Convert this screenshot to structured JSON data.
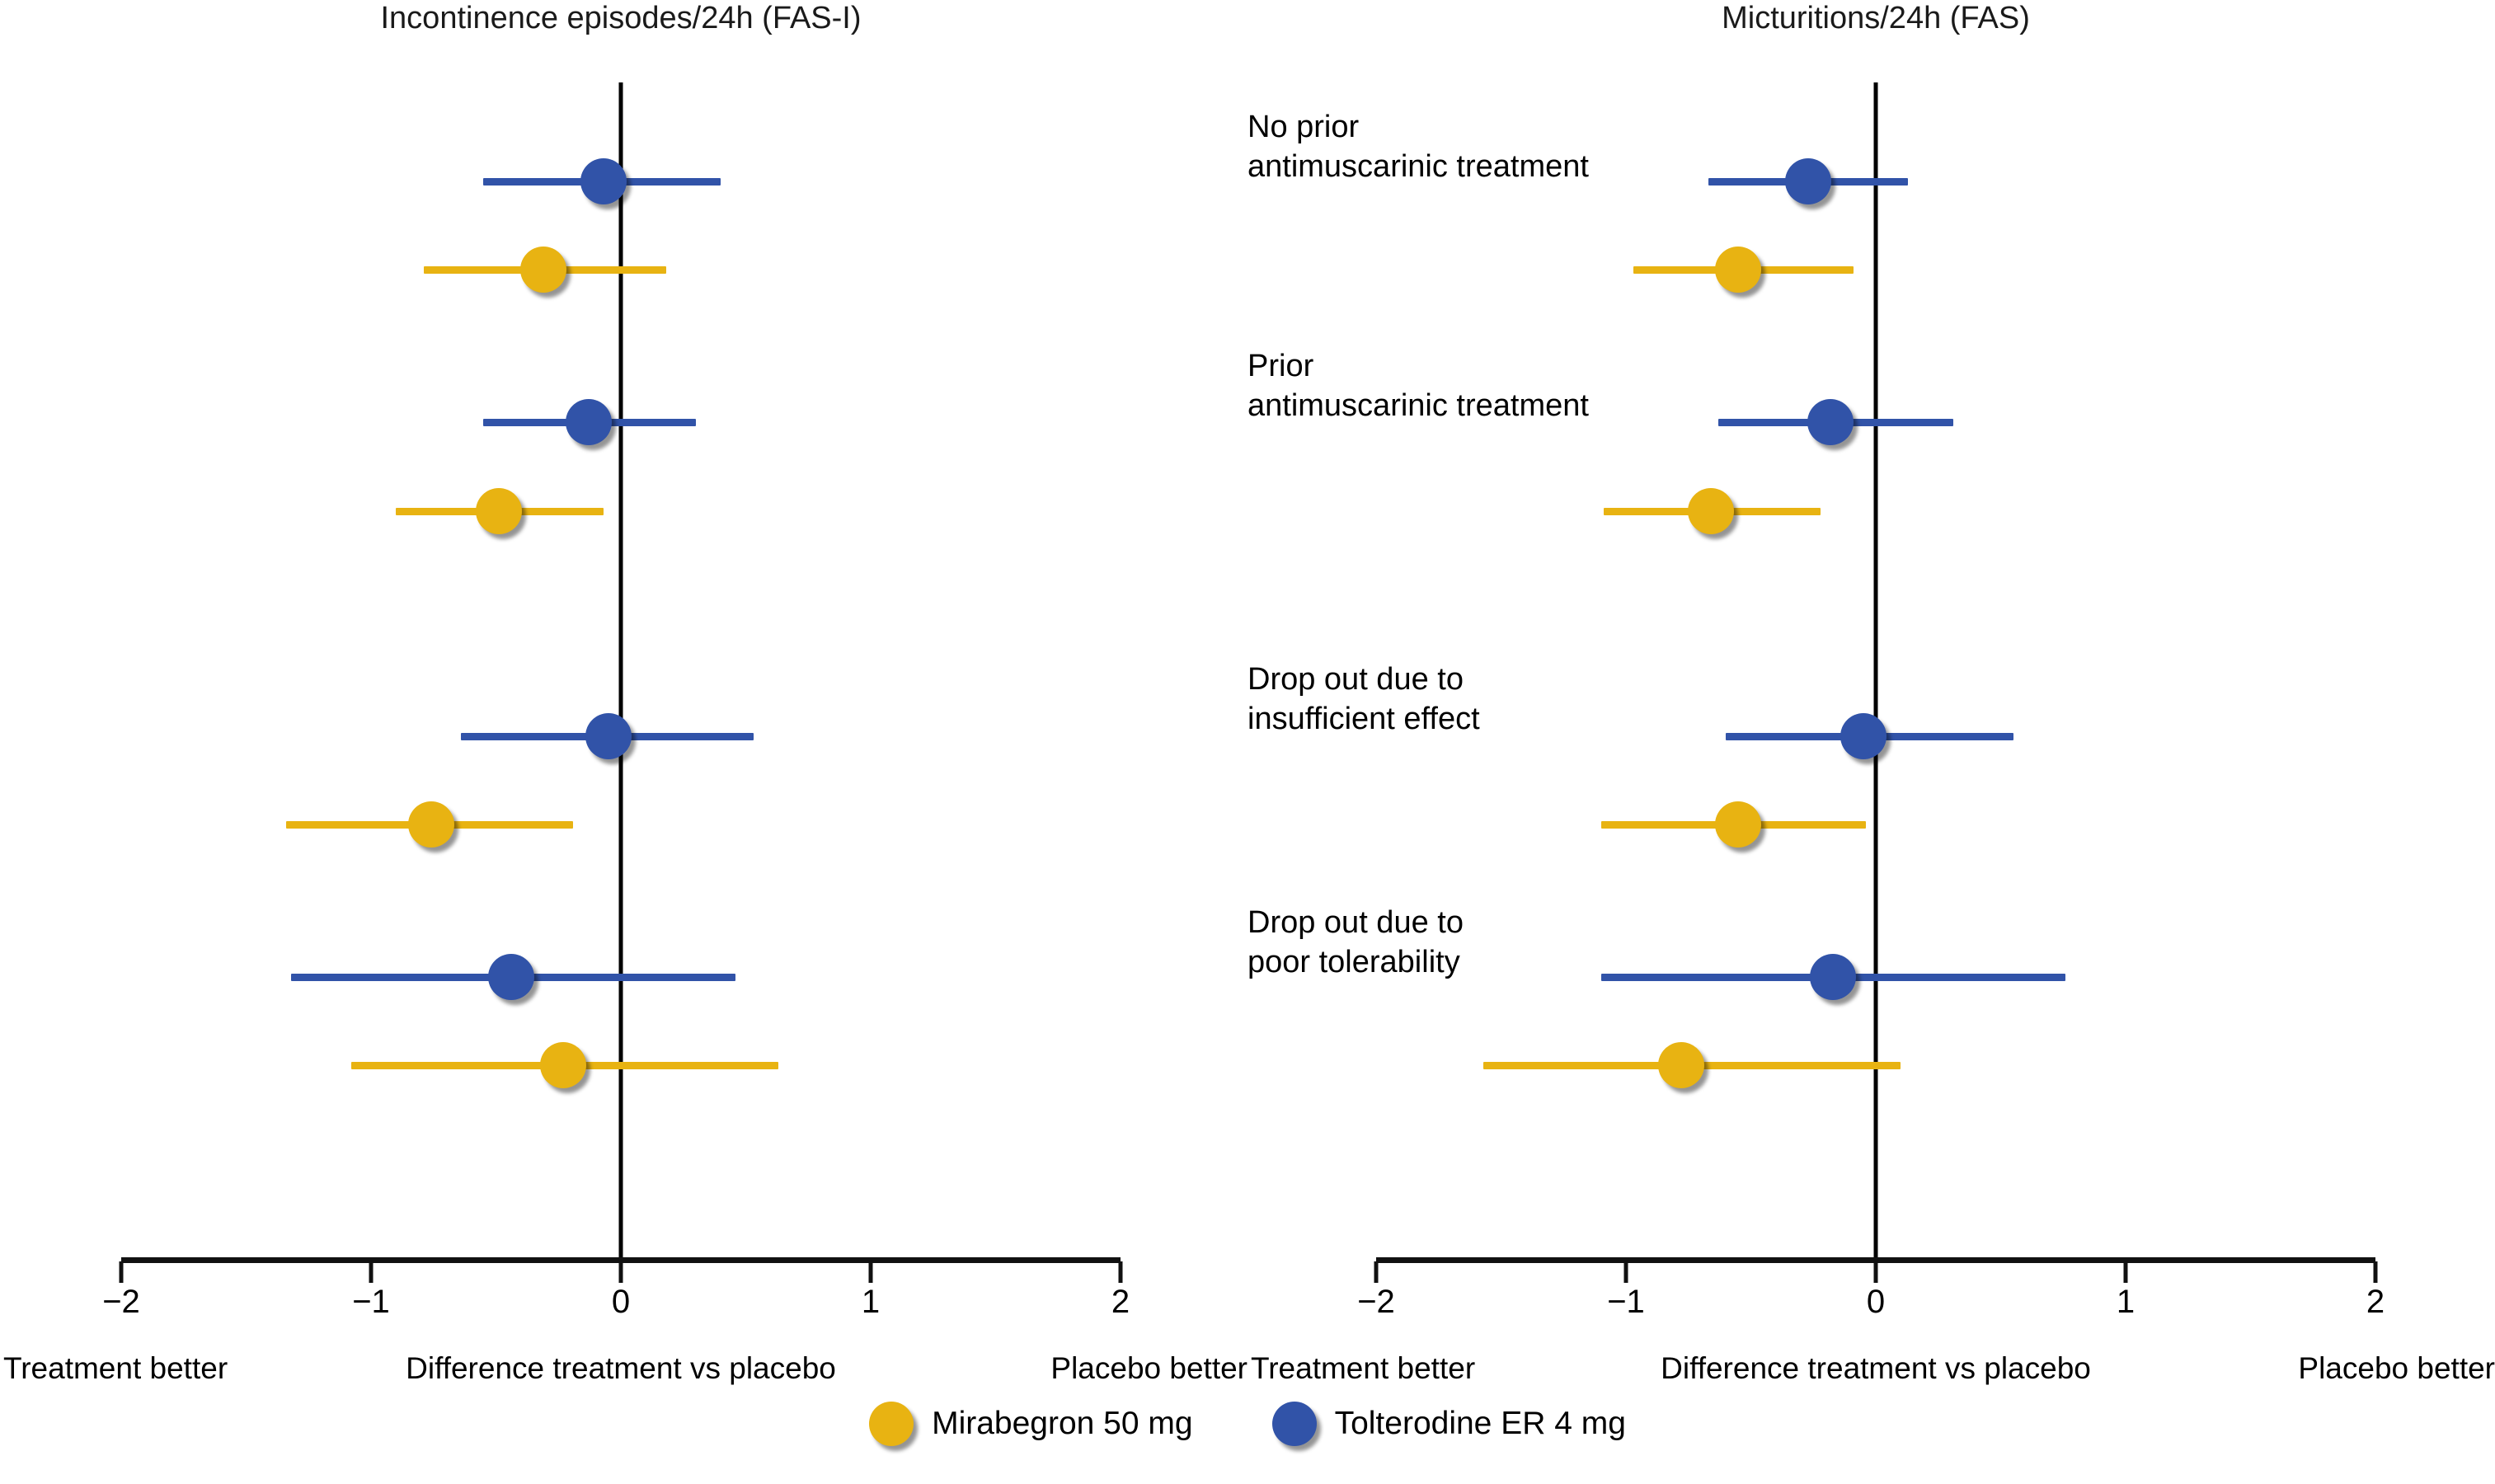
{
  "figure": {
    "panels": [
      {
        "title": "Incontinence episodes/24h (FAS-I)"
      },
      {
        "title": "Micturitions/24h (FAS)"
      }
    ],
    "group_labels": [
      {
        "line1": "No prior",
        "line2": "antimuscarinic treatment"
      },
      {
        "line1": "Prior",
        "line2": "antimuscarinic treatment"
      },
      {
        "line1": "Drop out due to",
        "line2": "insufficient effect"
      },
      {
        "line1": "Drop out due to",
        "line2": "poor tolerability"
      }
    ],
    "axis_captions": {
      "left": "Treatment better",
      "center": "Difference treatment vs placebo",
      "right": "Placebo better"
    },
    "legend": [
      {
        "label": "Mirabegron 50 mg",
        "color": "#e8b312"
      },
      {
        "label": "Tolterodine ER 4 mg",
        "color": "#3153a8"
      }
    ],
    "colors": {
      "mirabegron": "#e8b312",
      "tolterodine": "#3153a8",
      "axis": "#111111",
      "zero_line": "#000000",
      "background": "#ffffff"
    }
  },
  "chart_data": {
    "type": "forest",
    "title": "",
    "xlabel": "Difference treatment vs placebo",
    "ylabel": "",
    "xlim": [
      -2,
      2
    ],
    "xticks": [
      -2,
      -1,
      0,
      1,
      2
    ],
    "xticklabels": [
      "−2",
      "−1",
      "0",
      "1",
      "2"
    ],
    "grid": false,
    "reference_line": 0,
    "legend_position": "bottom-center",
    "annotations": {
      "left_side": "Treatment better",
      "right_side": "Placebo better"
    },
    "panels": [
      {
        "name": "Incontinence episodes/24h (FAS-I)",
        "groups": [
          {
            "label": "No prior antimuscarinic treatment",
            "points": [
              {
                "series": "Tolterodine ER 4 mg",
                "estimate": -0.07,
                "ci_low": -0.55,
                "ci_high": 0.4
              },
              {
                "series": "Mirabegron 50 mg",
                "estimate": -0.31,
                "ci_low": -0.79,
                "ci_high": 0.18
              }
            ]
          },
          {
            "label": "Prior antimuscarinic treatment",
            "points": [
              {
                "series": "Tolterodine ER 4 mg",
                "estimate": -0.13,
                "ci_low": -0.55,
                "ci_high": 0.3
              },
              {
                "series": "Mirabegron 50 mg",
                "estimate": -0.49,
                "ci_low": -0.9,
                "ci_high": -0.07
              }
            ]
          },
          {
            "label": "Drop out due to insufficient effect",
            "points": [
              {
                "series": "Tolterodine ER 4 mg",
                "estimate": -0.05,
                "ci_low": -0.64,
                "ci_high": 0.53
              },
              {
                "series": "Mirabegron 50 mg",
                "estimate": -0.76,
                "ci_low": -1.34,
                "ci_high": -0.19
              }
            ]
          },
          {
            "label": "Drop out due to poor tolerability",
            "points": [
              {
                "series": "Tolterodine ER 4 mg",
                "estimate": -0.44,
                "ci_low": -1.32,
                "ci_high": 0.46
              },
              {
                "series": "Mirabegron 50 mg",
                "estimate": -0.23,
                "ci_low": -1.08,
                "ci_high": 0.63
              }
            ]
          }
        ]
      },
      {
        "name": "Micturitions/24h (FAS)",
        "groups": [
          {
            "label": "No prior antimuscarinic treatment",
            "points": [
              {
                "series": "Tolterodine ER 4 mg",
                "estimate": -0.27,
                "ci_low": -0.67,
                "ci_high": 0.13
              },
              {
                "series": "Mirabegron 50 mg",
                "estimate": -0.55,
                "ci_low": -0.97,
                "ci_high": -0.09
              }
            ]
          },
          {
            "label": "Prior antimuscarinic treatment",
            "points": [
              {
                "series": "Tolterodine ER 4 mg",
                "estimate": -0.18,
                "ci_low": -0.63,
                "ci_high": 0.31
              },
              {
                "series": "Mirabegron 50 mg",
                "estimate": -0.66,
                "ci_low": -1.09,
                "ci_high": -0.22
              }
            ]
          },
          {
            "label": "Drop out due to insufficient effect",
            "points": [
              {
                "series": "Tolterodine ER 4 mg",
                "estimate": -0.05,
                "ci_low": -0.6,
                "ci_high": 0.55
              },
              {
                "series": "Mirabegron 50 mg",
                "estimate": -0.55,
                "ci_low": -1.1,
                "ci_high": -0.04
              }
            ]
          },
          {
            "label": "Drop out due to poor tolerability",
            "points": [
              {
                "series": "Tolterodine ER 4 mg",
                "estimate": -0.17,
                "ci_low": -1.1,
                "ci_high": 0.76
              },
              {
                "series": "Mirabegron 50 mg",
                "estimate": -0.78,
                "ci_low": -1.57,
                "ci_high": 0.1
              }
            ]
          }
        ]
      }
    ]
  }
}
